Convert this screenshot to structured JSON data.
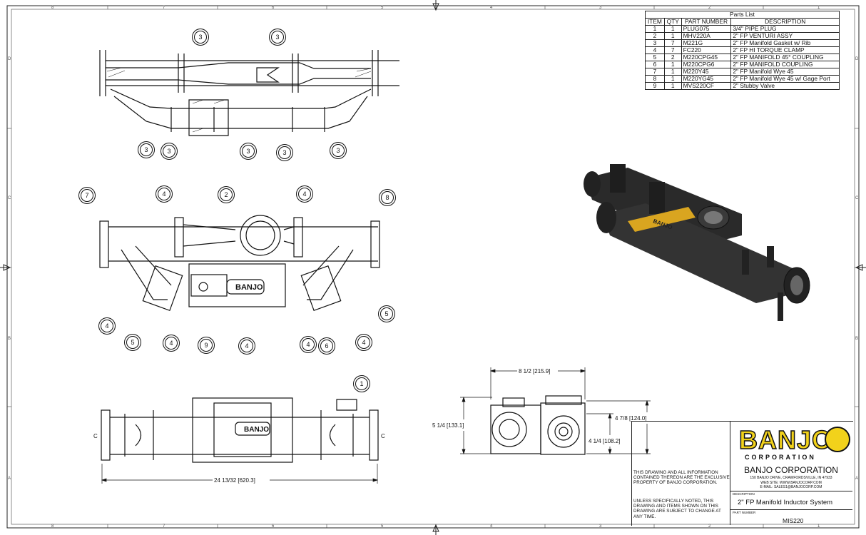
{
  "parts_list": {
    "title": "Parts List",
    "headers": [
      "ITEM",
      "QTY",
      "PART NUMBER",
      "DESCRIPTION"
    ],
    "rows": [
      [
        "1",
        "1",
        "PLUG075",
        "3/4\" PIPE PLUG"
      ],
      [
        "2",
        "1",
        "MHV220A",
        "2\" FP VENTURI ASSY"
      ],
      [
        "3",
        "7",
        "M221G",
        "2\" FP Manifold Gasket w/ Rib"
      ],
      [
        "4",
        "7",
        "FC220",
        "2\" FP HI TORQUE CLAMP"
      ],
      [
        "5",
        "2",
        "M220CPG45",
        "2\" FP MANIFOLD 45° COUPLING"
      ],
      [
        "6",
        "1",
        "M220CPG6",
        "2\" FP MANIFOLD COUPLING"
      ],
      [
        "7",
        "1",
        "M220Y45",
        "2\" FP Manifold Wye 45"
      ],
      [
        "8",
        "1",
        "M220YG45",
        "2\" FP Manifold Wye 45 w/ Gage Port"
      ],
      [
        "9",
        "1",
        "MVS220CF",
        "2\" Stubby Valve"
      ]
    ]
  },
  "zones": {
    "columns": [
      "8",
      "7",
      "6",
      "5",
      "4",
      "3",
      "2",
      "1"
    ],
    "rows": [
      "D",
      "C",
      "B",
      "A"
    ]
  },
  "balloons": {
    "top_view": [
      "3",
      "3",
      "3",
      "3",
      "3",
      "3",
      "3"
    ],
    "front_view": [
      "7",
      "4",
      "2",
      "4",
      "8",
      "4",
      "4",
      "5",
      "4",
      "9",
      "4",
      "6",
      "4",
      "5"
    ],
    "side_view": [
      "1"
    ]
  },
  "dimensions": {
    "overall_length": "24 13/32 [620.3]",
    "width": "8 1/2 [215.9]",
    "height_left": "5 1/4 [133.1]",
    "height_right_upper": "4 7/8 [124.0]",
    "height_right_lower": "4 1/4 [108.2]",
    "section_marker": "C"
  },
  "brand_text": "BANJO",
  "title_block": {
    "logo_text": "BANJO",
    "logo_subtext": "CORPORATION",
    "company": "BANJO CORPORATION",
    "address": "150 BANJO DRIVE, CRAWFORDSVILLE, IN 47933",
    "website": "WEB SITE: WWW.BANJOCORP.COM",
    "email": "E-MAIL: SALES1@BANJOCORP.COM",
    "notice1": "THIS DRAWING AND ALL INFORMATION CONTAINED THEREON ARE THE EXCLUSIVE PROPERTY OF BANJO CORPORATION.",
    "notice2": "UNLESS SPECIFICALLY NOTED, THIS DRAWING AND ITEMS SHOWN ON THIS DRAWING ARE SUBJECT TO CHANGE AT ANY TIME.",
    "description_label": "DESCRIPTION",
    "description": "2\" FP Manifold Inductor System",
    "part_number_label": "PART NUMBER",
    "part_number": "MIS220"
  },
  "colors": {
    "line": "#111111",
    "render_body": "#2a2a2a",
    "render_highlight": "#d9a520",
    "logo_yellow": "#f2d21b"
  }
}
